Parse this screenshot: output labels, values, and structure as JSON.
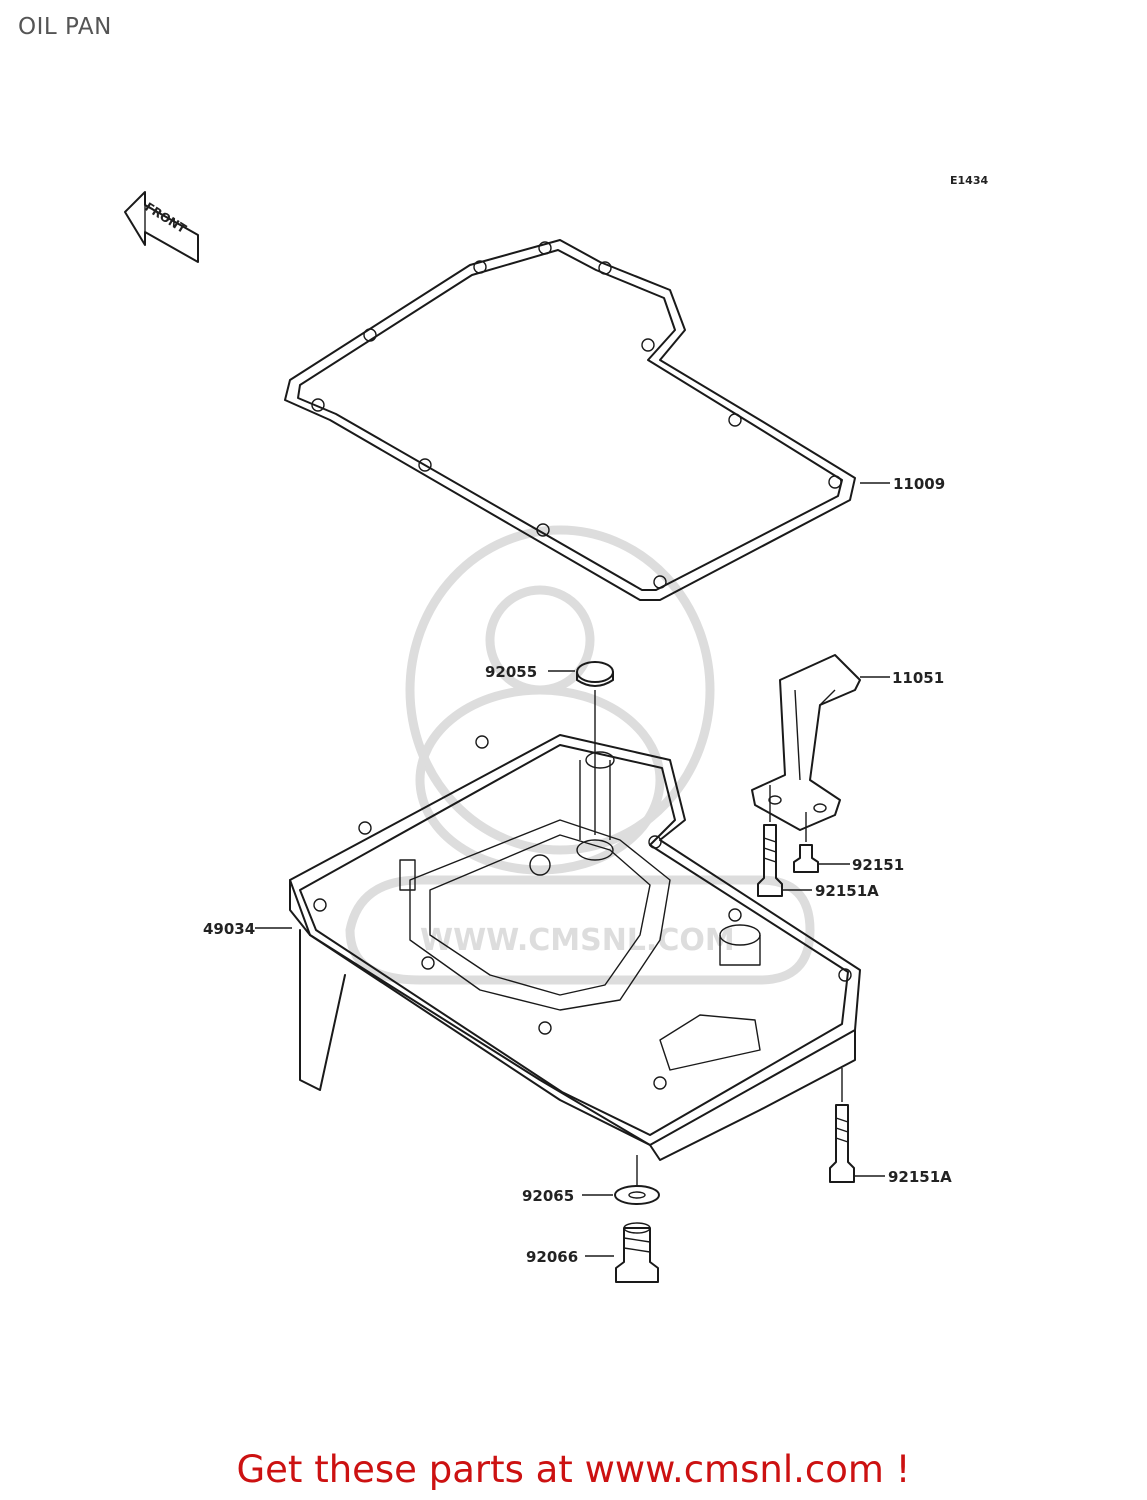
{
  "title": "OIL PAN",
  "diagram_code": "E1434",
  "front_label": "FRONT",
  "parts": [
    {
      "number": "11009"
    },
    {
      "number": "92055"
    },
    {
      "number": "11051"
    },
    {
      "number": "92151"
    },
    {
      "number": "92151A"
    },
    {
      "number": "49034"
    },
    {
      "number": "92151A"
    },
    {
      "number": "92065"
    },
    {
      "number": "92066"
    }
  ],
  "watermark": "WWW.CMSNL.COM",
  "footer": "Get these parts at www.cmsnl.com !",
  "colors": {
    "footer": "#cc1111",
    "title": "#555555",
    "line": "#1a1a1a",
    "watermark": "#dddddd"
  }
}
